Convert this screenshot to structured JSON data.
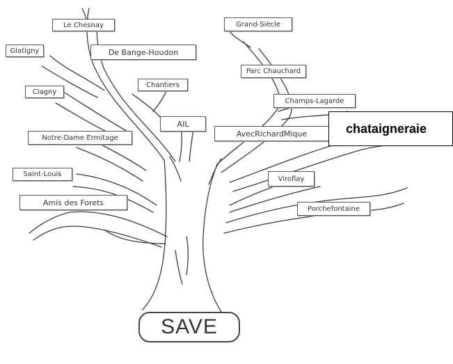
{
  "labels": [
    "Le Chesnay",
    "Glatigny",
    "De Bange-Houdon",
    "Clagny",
    "Chantiers",
    "Notre-Dame Ermitage",
    "Saint-Louis",
    "Amis des Forets",
    "AIL",
    "Grand-Siècle",
    "Parc Chauchard",
    "Champs-Lagarde",
    "AvecRichardMique",
    "chataigneraie",
    "Viroflay",
    "Porchefontaine"
  ],
  "save_label": "SAVE"
}
